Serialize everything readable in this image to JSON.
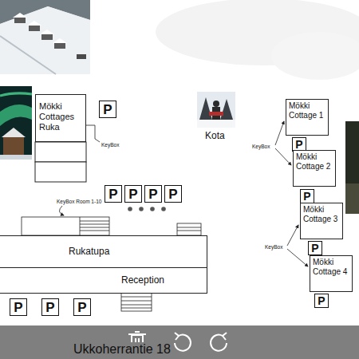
{
  "diagram": {
    "nodes": [
      {
        "text": [
          "Mökki Cottages Ruka"
        ]
      },
      {
        "text": [
          "Mökki Cottage 1"
        ]
      },
      {
        "text": [
          "P"
        ]
      },
      {
        "text": [
          "P"
        ]
      },
      {
        "text": [
          "Mökki Cottage 2"
        ]
      },
      {
        "text": [
          "P"
        ]
      },
      {
        "text": [
          "P"
        ]
      },
      {
        "text": [
          "P"
        ]
      },
      {
        "text": [
          "P"
        ]
      },
      {
        "text": [
          "P"
        ]
      },
      {
        "text": [
          "Mökki Cottage 3"
        ]
      },
      {
        "text": [
          "Rukatupa"
        ]
      },
      {
        "text": [
          "P"
        ]
      },
      {
        "text": [
          "Mökki Cottage 4"
        ]
      },
      {
        "text": [
          "Reception"
        ]
      },
      {
        "text": [
          "P"
        ]
      },
      {
        "text": [
          "P"
        ]
      },
      {
        "text": [
          "P"
        ]
      },
      {
        "text": [
          "P"
        ]
      }
    ],
    "labels": [
      "Kota",
      "KeyBox",
      "KeyBox",
      "KeyBox Room 1-10",
      "KeyBox",
      "Ukkoherrantie 18"
    ]
  }
}
